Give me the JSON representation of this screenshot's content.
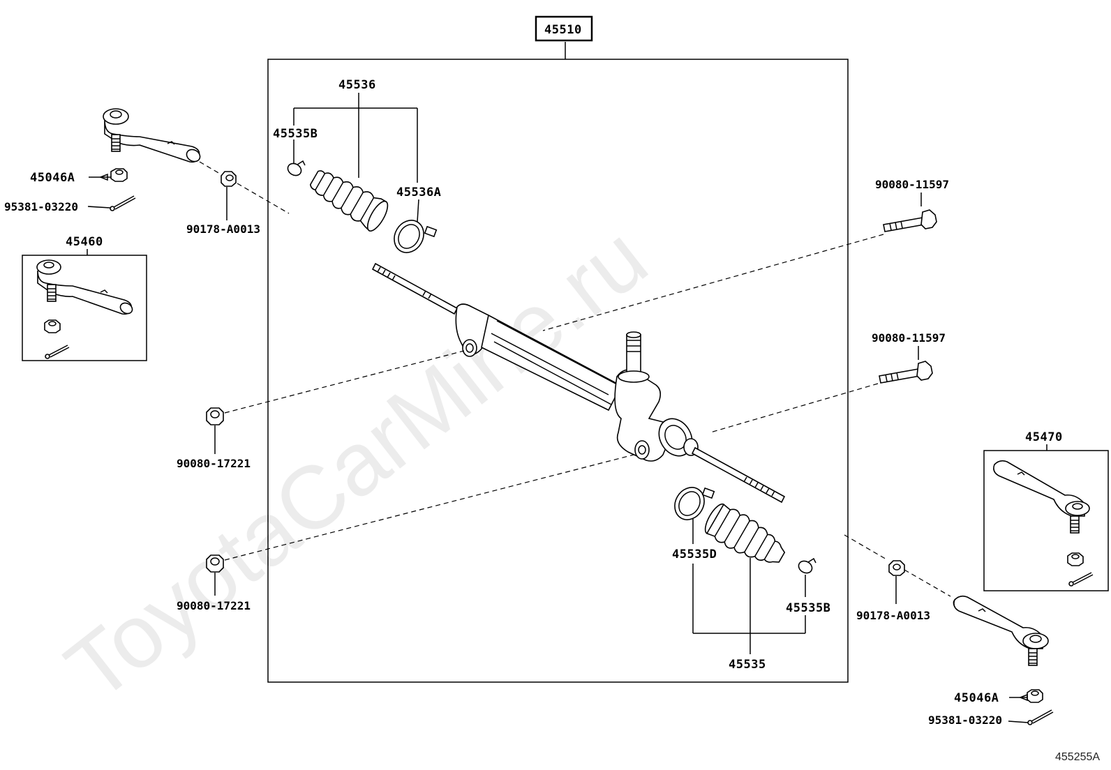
{
  "watermark": "ToyotaCarMine.ru",
  "figure_ref": "455255A",
  "labels": {
    "assembly": "45510",
    "boot_kit_top": "45536",
    "clip_top": "45535B",
    "clamp_top": "45536A",
    "nut_left": "45046A",
    "pin_left": "95381-03220",
    "nut_tierod_left": "90178-A0013",
    "tie_rod_end_left": "45460",
    "bolt_upper": "90080-11597",
    "bolt_lower": "90080-11597",
    "nut_mount_upper": "90080-17221",
    "nut_mount_lower": "90080-17221",
    "tie_rod_end_right": "45470",
    "clamp_bottom": "45535D",
    "clip_bottom": "45535B",
    "nut_tierod_right": "90178-A0013",
    "boot_kit_bottom": "45535",
    "nut_right": "45046A",
    "pin_right": "95381-03220"
  }
}
